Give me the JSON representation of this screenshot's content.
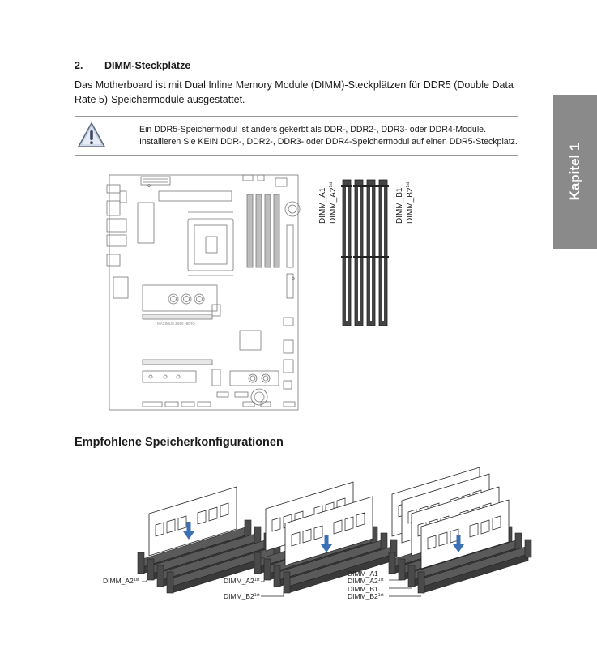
{
  "section": {
    "number": "2.",
    "title": "DIMM-Steckplätze",
    "intro": "Das Motherboard ist mit Dual Inline Memory Module (DIMM)-Steckplätzen für DDR5 (Double Data Rate 5)-Speichermodule ausgestattet."
  },
  "warning": {
    "icon": "warning-triangle-icon",
    "text": "Ein DDR5-Speichermodul ist anders gekerbt als DDR-, DDR2-, DDR3- oder DDR4-Module. Installieren Sie KEIN DDR-, DDR2-, DDR3- oder DDR4-Speichermodul auf einen DDR5-Steckplatz."
  },
  "chapter_tab": "Kapitel 1",
  "motherboard": {
    "model_text": "MAXIMUS Z690 HERO"
  },
  "slot_diagram": {
    "labels": [
      {
        "name": "DIMM_A1",
        "sup": ""
      },
      {
        "name": "DIMM_A2",
        "sup": "1st"
      },
      {
        "name": "DIMM_B1",
        "sup": ""
      },
      {
        "name": "DIMM_B2",
        "sup": "1st"
      }
    ]
  },
  "recommended": {
    "title": "Empfohlene Speicherkonfigurationen",
    "configs": [
      {
        "labels": [
          {
            "name": "DIMM_A2",
            "sup": "1st"
          }
        ]
      },
      {
        "labels": [
          {
            "name": "DIMM_A2",
            "sup": "1st"
          },
          {
            "name": "DIMM_B2",
            "sup": "1st"
          }
        ]
      },
      {
        "labels": [
          {
            "name": "DIMM_A1",
            "sup": ""
          },
          {
            "name": "DIMM_A2",
            "sup": "1st"
          },
          {
            "name": "DIMM_B1",
            "sup": ""
          },
          {
            "name": "DIMM_B2",
            "sup": "1st"
          }
        ]
      }
    ]
  }
}
